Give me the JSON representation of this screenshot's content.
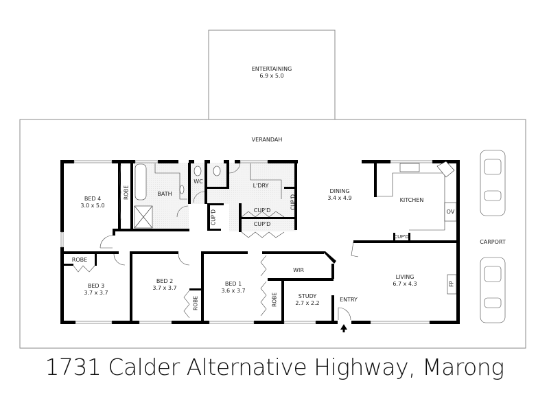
{
  "title": "1731 Calder Alternative Highway, Marong",
  "outdoor": {
    "entertaining": {
      "label": "ENTERTAINING",
      "dims": "6.9 x 5.0"
    },
    "verandah": {
      "label": "VERANDAH"
    },
    "carport": {
      "label": "CARPORT"
    }
  },
  "rooms": {
    "bed4": {
      "label": "BED 4",
      "dims": "3.0 x 5.0"
    },
    "bed4_robe": {
      "label": "ROBE"
    },
    "bath": {
      "label": "BATH"
    },
    "wc": {
      "label": "WC"
    },
    "laundry": {
      "label": "L'DRY"
    },
    "cupd_laundry_side": {
      "label": "CUP'D"
    },
    "cupd_laundry_1": {
      "label": "CUP'D"
    },
    "cupd_laundry_2": {
      "label": "CUP'D"
    },
    "cupd_hall": {
      "label": "CUP'D"
    },
    "dining": {
      "label": "DINING",
      "dims": "3.4 x 4.9"
    },
    "kitchen": {
      "label": "KITCHEN"
    },
    "oven": {
      "label": "OV"
    },
    "cupd_kitchen": {
      "label": "CUP'D"
    },
    "bed3": {
      "label": "BED 3",
      "dims": "3.7 x 3.7"
    },
    "bed3_robe": {
      "label": "ROBE"
    },
    "bed2": {
      "label": "BED 2",
      "dims": "3.7 x 3.7"
    },
    "bed2_robe": {
      "label": "ROBE"
    },
    "bed1": {
      "label": "BED 1",
      "dims": "3.6 x 3.7"
    },
    "bed1_robe": {
      "label": "ROBE"
    },
    "wir": {
      "label": "WIR"
    },
    "study": {
      "label": "STUDY",
      "dims": "2.7 x 2.2"
    },
    "entry": {
      "label": "ENTRY"
    },
    "living": {
      "label": "LIVING",
      "dims": "6.7 x 4.3"
    },
    "fireplace": {
      "label": "FP"
    }
  },
  "colors": {
    "wall": "#000000",
    "outline": "#888888",
    "wet_area": "#eeeeee",
    "text": "#222222"
  }
}
